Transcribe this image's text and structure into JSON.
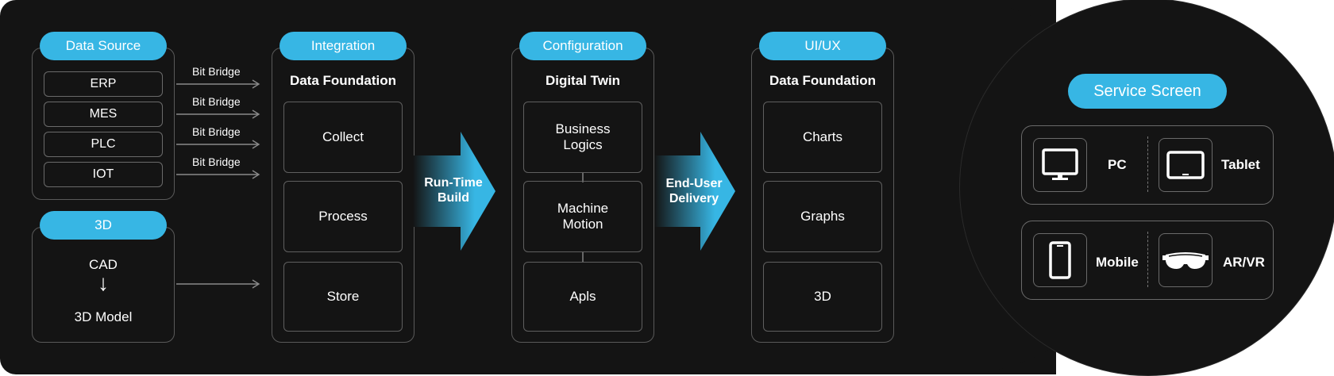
{
  "data_source": {
    "title": "Data Source",
    "items": [
      "ERP",
      "MES",
      "PLC",
      "IOT"
    ],
    "bridge_label": "Bit Bridge"
  },
  "three_d": {
    "title": "3D",
    "from": "CAD",
    "arrow": "↓",
    "to": "3D Model"
  },
  "integration": {
    "title": "Integration",
    "subtitle": "Data Foundation",
    "boxes": [
      "Collect",
      "Process",
      "Store"
    ]
  },
  "runtime_arrow": {
    "line1": "Run-Time",
    "line2": "Build"
  },
  "configuration": {
    "title": "Configuration",
    "subtitle": "Digital Twin",
    "boxes": [
      {
        "line1": "Business",
        "line2": "Logics"
      },
      {
        "line1": "Machine",
        "line2": "Motion"
      },
      {
        "line1": "Apls",
        "line2": ""
      }
    ]
  },
  "delivery_arrow": {
    "line1": "End-User",
    "line2": "Delivery"
  },
  "uiux": {
    "title": "UI/UX",
    "subtitle": "Data Foundation",
    "boxes": [
      "Charts",
      "Graphs",
      "3D"
    ]
  },
  "service": {
    "title": "Service Screen",
    "devices": [
      {
        "label": "PC",
        "icon": "monitor-icon"
      },
      {
        "label": "Tablet",
        "icon": "tablet-icon"
      },
      {
        "label": "Mobile",
        "icon": "smartphone-icon"
      },
      {
        "label": "AR/VR",
        "icon": "vr-headset-icon"
      }
    ]
  },
  "colors": {
    "accent": "#37b6e4",
    "background": "#141414",
    "border": "#5f5f5f"
  }
}
